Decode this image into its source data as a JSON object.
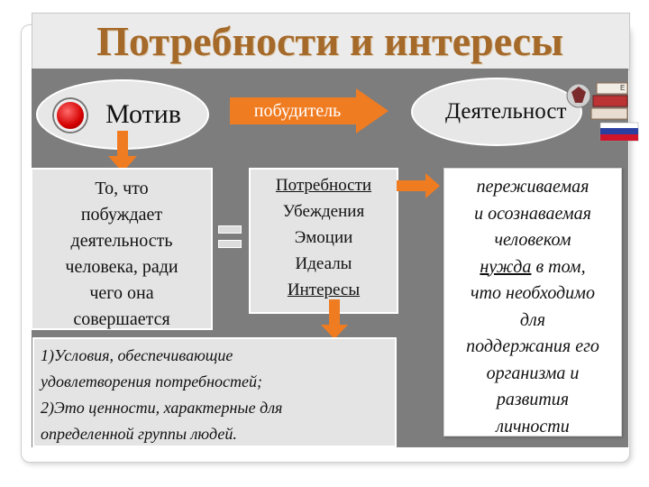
{
  "title": "Потребности и интересы",
  "motive": {
    "label": "Мотив"
  },
  "arrow_label": "побудитель",
  "activity": {
    "label": "Деятельност"
  },
  "definition": {
    "lines": [
      "То, что",
      "побуждает",
      "деятельность",
      "человека, ради",
      "чего она",
      "совершается"
    ]
  },
  "needs_list": [
    "Потребности",
    "Убеждения",
    "Эмоции",
    "Идеалы",
    "Интересы"
  ],
  "conditions": {
    "lines": [
      "1)Условия, обеспечивающие",
      "удовлетворения потребностей;",
      "2)Это ценности, характерные для",
      "определенной группы людей."
    ]
  },
  "need_definition": {
    "line1": "переживаемая",
    "line2": "и осознаваемая",
    "line3": "человеком",
    "line4_underlined": "нужда",
    "line4_rest": " в том,",
    "line5": "что необходимо",
    "line6": "для",
    "line7": "поддержания его",
    "line8": "организма и",
    "line9": "развития",
    "line10": "личности"
  },
  "colors": {
    "title": "#a56a2a",
    "arrow": "#f07c22",
    "panel": "#7d7d7d",
    "motive_dot": "#d40000"
  }
}
